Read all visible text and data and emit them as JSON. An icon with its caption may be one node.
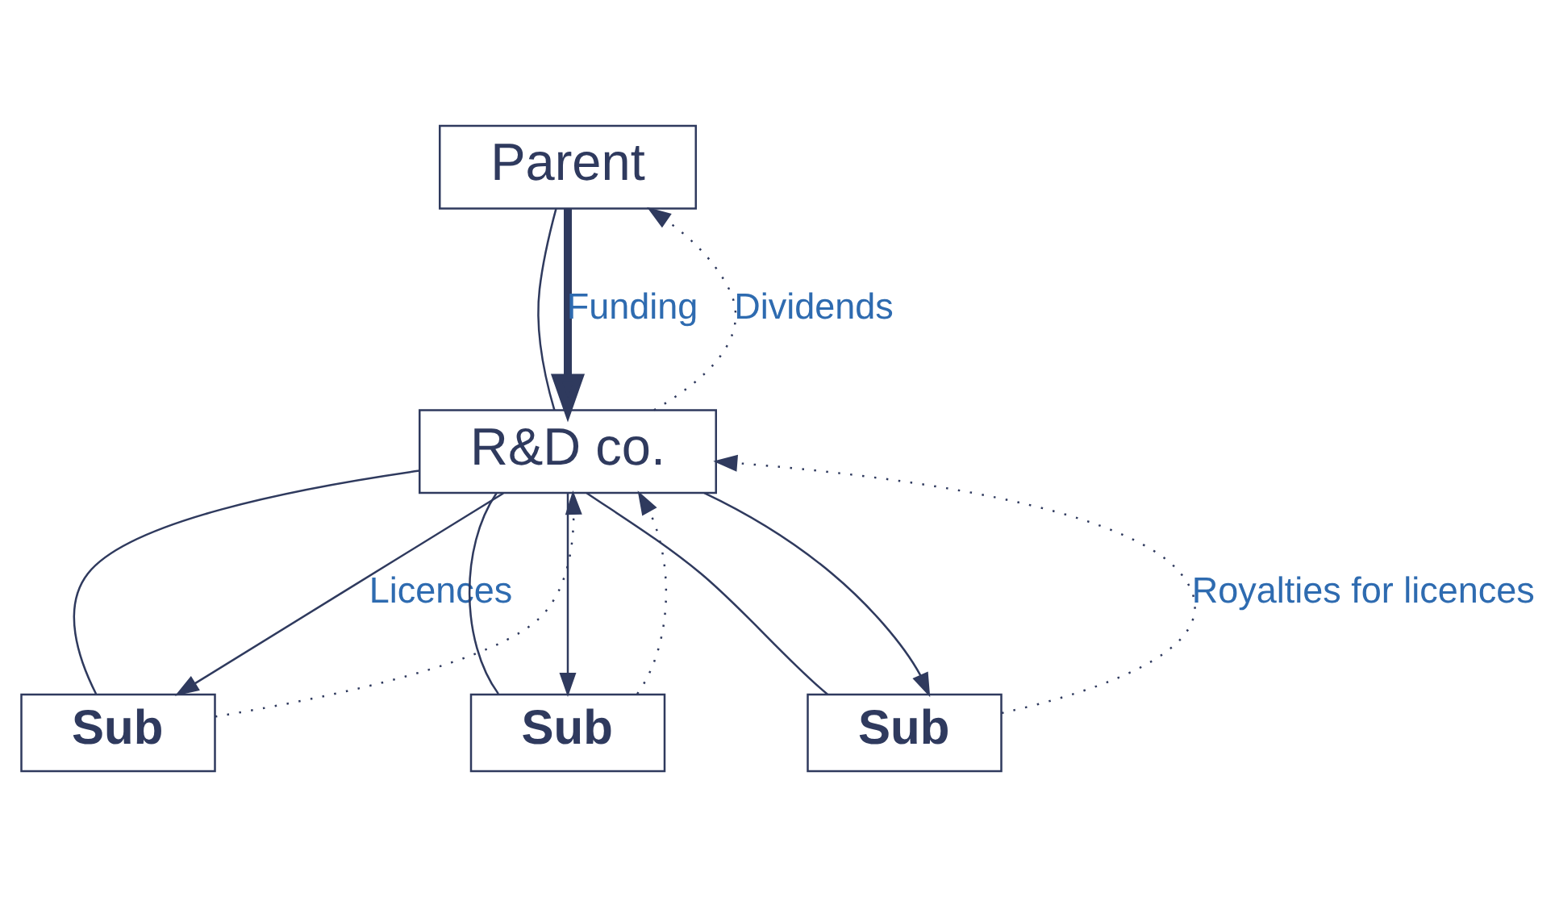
{
  "diagram": {
    "nodes": [
      {
        "text": [
          "Parent"
        ]
      },
      {
        "text": [
          "R&D co."
        ]
      },
      {
        "text": [
          "Sub"
        ]
      },
      {
        "text": [
          "Sub"
        ]
      },
      {
        "text": [
          "Sub"
        ]
      }
    ],
    "edges": [
      {
        "from": 0,
        "to": 1,
        "arrow": "none"
      },
      {
        "from": 0,
        "to": 1,
        "arrow": "to",
        "style": "thick",
        "label": "Funding"
      },
      {
        "from": 1,
        "to": 0,
        "arrow": "to",
        "style": "dashed",
        "label": "Dividends"
      },
      {
        "from": 1,
        "to": 2,
        "arrow": "none"
      },
      {
        "from": 1,
        "to": 3,
        "arrow": "none"
      },
      {
        "from": 1,
        "to": 4,
        "arrow": "none"
      },
      {
        "from": 1,
        "to": 2,
        "arrow": "to",
        "label": "Licences"
      },
      {
        "from": 1,
        "to": 3,
        "arrow": "to"
      },
      {
        "from": 1,
        "to": 4,
        "arrow": "to"
      },
      {
        "from": 2,
        "to": 1,
        "arrow": "to",
        "style": "dashed"
      },
      {
        "from": 3,
        "to": 1,
        "arrow": "to",
        "style": "dashed"
      },
      {
        "from": 4,
        "to": 1,
        "arrow": "to",
        "style": "dashed",
        "label": "Royalties for licences"
      }
    ]
  }
}
